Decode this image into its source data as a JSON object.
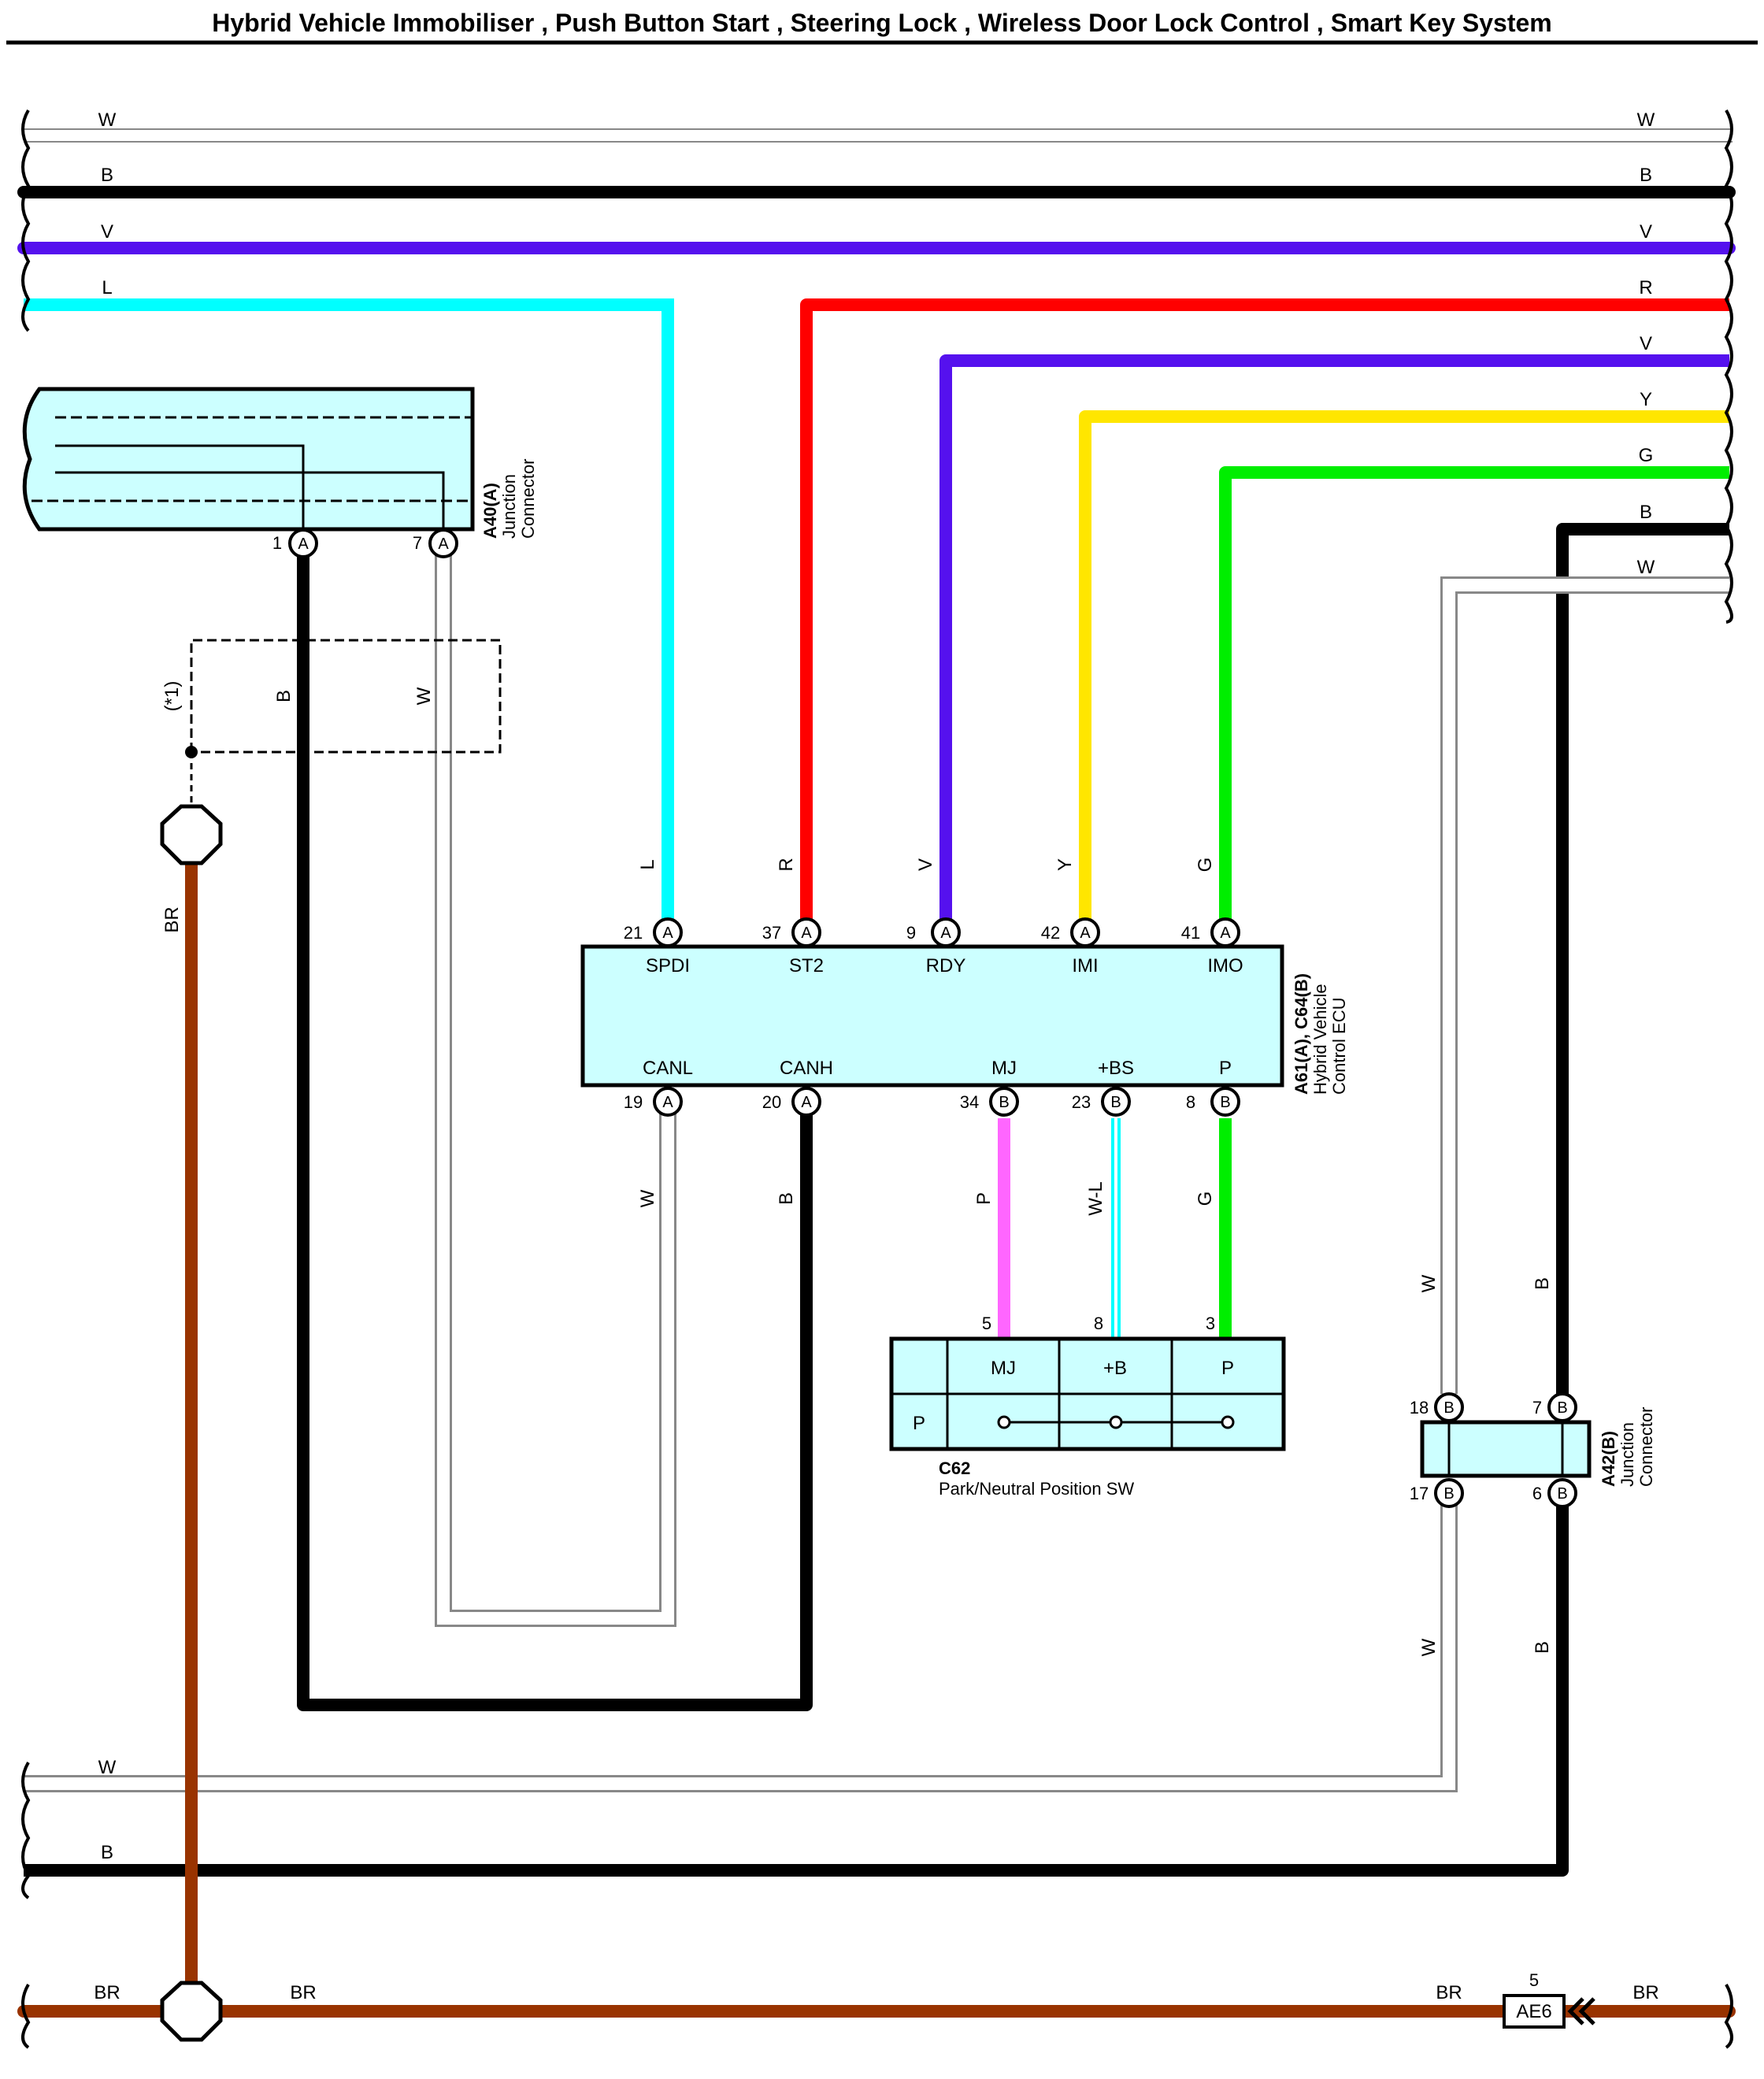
{
  "title": "Hybrid Vehicle Immobiliser , Push Button Start , Steering Lock , Wireless Door Lock Control , Smart Key System",
  "colors": {
    "W": "#ffffff",
    "B": "#000000",
    "V": "#5511ee",
    "L": "#00ffff",
    "R": "#ff0000",
    "Y": "#ffe600",
    "G": "#00ee00",
    "P": "#ff66ff",
    "BR": "#993300",
    "W-L": "#00ffff",
    "connector_fill": "#ccffff"
  },
  "wire_labels": {
    "top_left": [
      "W",
      "B",
      "V",
      "L"
    ],
    "top_right": [
      "W",
      "B",
      "V",
      "R",
      "V",
      "Y",
      "G",
      "B",
      "W"
    ],
    "bottom_left": [
      "W",
      "B",
      "BR"
    ],
    "bottom_right": [
      "BR",
      "BR",
      "BR"
    ],
    "a40_down": [
      "B",
      "W",
      "BR"
    ],
    "ecu_top": [
      "L",
      "R",
      "V",
      "Y",
      "G"
    ],
    "ecu_bottom": [
      "W",
      "B",
      "P",
      "W-L",
      "G"
    ],
    "a42": [
      "W",
      "B",
      "W",
      "B"
    ]
  },
  "note_label": "(*1)",
  "a40": {
    "code": "A40(A)",
    "name_line1": "Junction",
    "name_line2": "Connector",
    "pins": [
      {
        "num": "1",
        "letter": "A"
      },
      {
        "num": "7",
        "letter": "A"
      }
    ]
  },
  "ecu": {
    "code": "A61(A), C64(B)",
    "name_line1": "Hybrid Vehicle",
    "name_line2": "Control ECU",
    "top_pins": [
      {
        "num": "21",
        "letter": "A",
        "signal": "SPDI"
      },
      {
        "num": "37",
        "letter": "A",
        "signal": "ST2"
      },
      {
        "num": "9",
        "letter": "A",
        "signal": "RDY"
      },
      {
        "num": "42",
        "letter": "A",
        "signal": "IMI"
      },
      {
        "num": "41",
        "letter": "A",
        "signal": "IMO"
      }
    ],
    "bottom_pins": [
      {
        "num": "19",
        "letter": "A",
        "signal": "CANL"
      },
      {
        "num": "20",
        "letter": "A",
        "signal": "CANH"
      },
      {
        "num": "34",
        "letter": "B",
        "signal": "MJ"
      },
      {
        "num": "23",
        "letter": "B",
        "signal": "+BS"
      },
      {
        "num": "8",
        "letter": "B",
        "signal": "P"
      }
    ]
  },
  "c62": {
    "code": "C62",
    "name": "Park/Neutral Position SW",
    "pins": [
      {
        "num": "5",
        "label": "MJ"
      },
      {
        "num": "8",
        "label": "+B"
      },
      {
        "num": "3",
        "label": "P"
      }
    ],
    "row_label": "P"
  },
  "a42": {
    "code": "A42(B)",
    "name_line1": "Junction",
    "name_line2": "Connector",
    "pins": [
      {
        "num": "18",
        "letter": "B"
      },
      {
        "num": "7",
        "letter": "B"
      },
      {
        "num": "17",
        "letter": "B"
      },
      {
        "num": "6",
        "letter": "B"
      }
    ]
  },
  "ae6": {
    "code": "AE6",
    "pin": "5"
  }
}
